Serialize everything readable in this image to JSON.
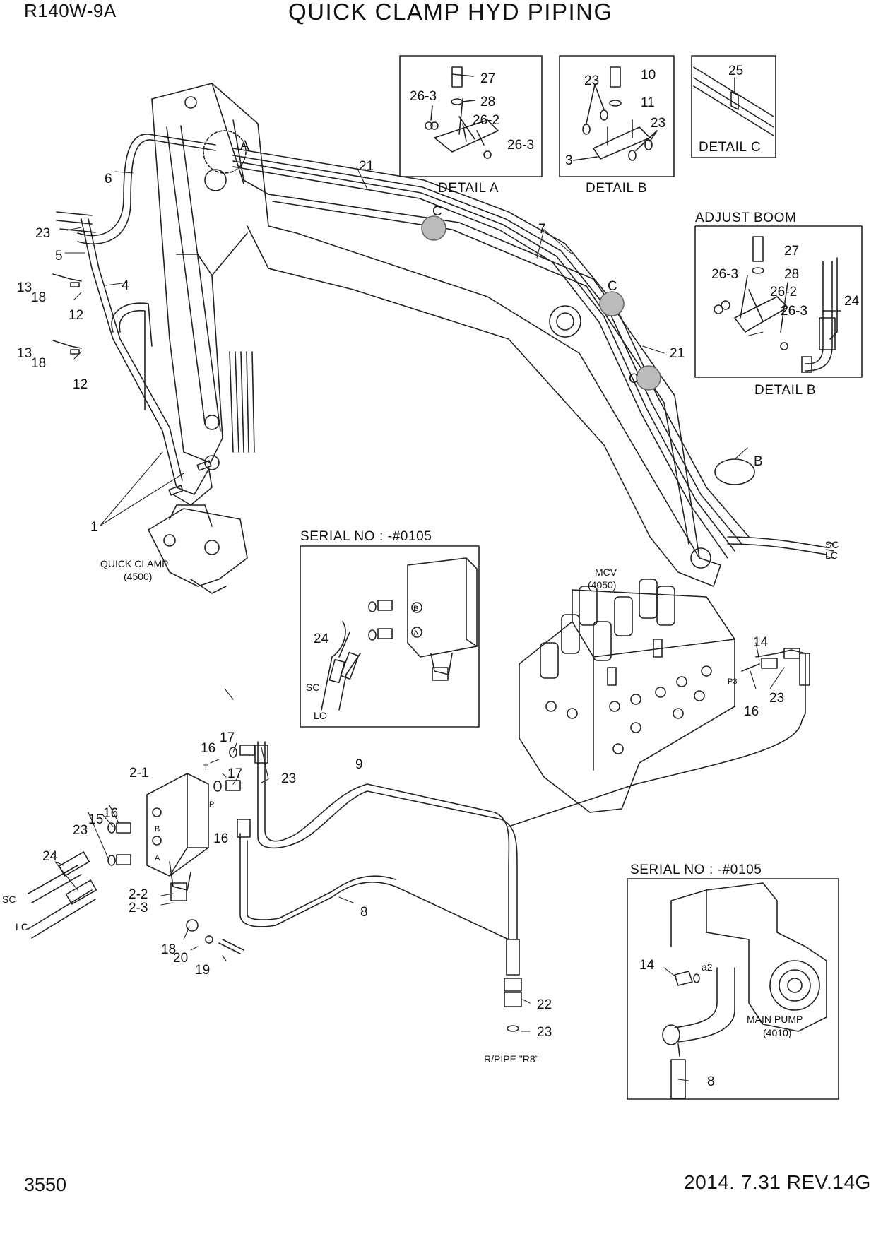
{
  "header": {
    "model": "R140W-9A",
    "title": "QUICK CLAMP HYD PIPING"
  },
  "footer": {
    "page_number": "3550",
    "revision": "2014. 7.31  REV.14G"
  },
  "detail_boxes": {
    "detail_a": {
      "caption": "DETAIL  A",
      "parts": [
        "27",
        "28",
        "26-3",
        "26-2",
        "26-3"
      ]
    },
    "detail_b": {
      "caption": "DETAIL  B",
      "parts": [
        "10",
        "11",
        "23",
        "23",
        "3"
      ]
    },
    "detail_c": {
      "caption": "DETAIL  C",
      "parts": [
        "25"
      ]
    },
    "adjust_boom": {
      "title": "ADJUST BOOM",
      "caption": "DETAIL  B",
      "parts": [
        "27",
        "28",
        "26-3",
        "26-2",
        "26-3",
        "24"
      ]
    },
    "serial_valve": {
      "title": "SERIAL NO : -#0105",
      "parts": [
        "24"
      ],
      "lines": [
        "SC",
        "LC"
      ],
      "ports": [
        "B",
        "A"
      ]
    },
    "serial_pump": {
      "title": "SERIAL NO : -#0105",
      "component": "MAIN PUMP",
      "component_code": "(4010)",
      "port": "a2",
      "parts": [
        "14",
        "8"
      ]
    }
  },
  "components": {
    "mcv": {
      "name": "MCV",
      "code": "(4050)",
      "port": "P3"
    },
    "quick_clamp": {
      "name": "QUICK CLAMP",
      "code": "(4500)"
    },
    "return_pipe": "R/PIPE \"R8\"",
    "valve_ports": [
      "T",
      "P",
      "B",
      "A"
    ]
  },
  "line_labels": [
    "SC",
    "LC"
  ],
  "callouts": {
    "boom": [
      "6",
      "23",
      "5",
      "4",
      "13",
      "18",
      "12",
      "13",
      "18",
      "12",
      "1",
      "21",
      "7",
      "21"
    ],
    "detail_refs": [
      "A",
      "C",
      "C",
      "C",
      "B"
    ],
    "mcv": [
      "14",
      "16",
      "23"
    ],
    "valve": [
      "17",
      "16",
      "17",
      "16",
      "23",
      "2-1",
      "16",
      "15",
      "23",
      "24",
      "2-2",
      "2-3",
      "18",
      "20",
      "19"
    ],
    "hoses": [
      "9",
      "8",
      "22",
      "23"
    ]
  }
}
